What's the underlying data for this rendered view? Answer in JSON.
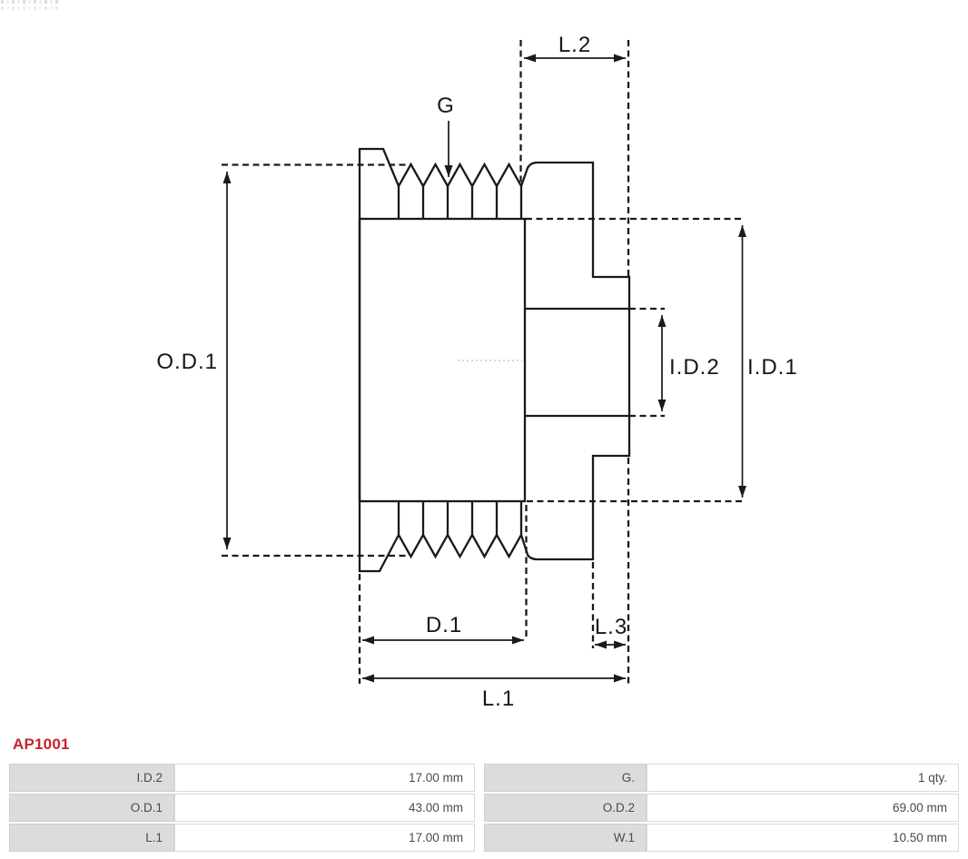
{
  "drawing": {
    "labels": {
      "g": "G",
      "l2": "L.2",
      "od1": "O.D.1",
      "id2": "I.D.2",
      "id1": "I.D.1",
      "d1": "D.1",
      "l3": "L.3",
      "l1": "L.1"
    },
    "line_color": "#1a1a1a",
    "centerline_color": "#c9c9c9"
  },
  "part": {
    "number": "AP1001",
    "number_color": "#c4252b"
  },
  "spec_table": {
    "rows": [
      {
        "left_label": "I.D.2",
        "left_value": "17.00 mm",
        "right_label": "G.",
        "right_value": "1 qty."
      },
      {
        "left_label": "O.D.1",
        "left_value": "43.00 mm",
        "right_label": "O.D.2",
        "right_value": "69.00 mm"
      },
      {
        "left_label": "L.1",
        "left_value": "17.00 mm",
        "right_label": "W.1",
        "right_value": "10.50 mm"
      }
    ]
  }
}
